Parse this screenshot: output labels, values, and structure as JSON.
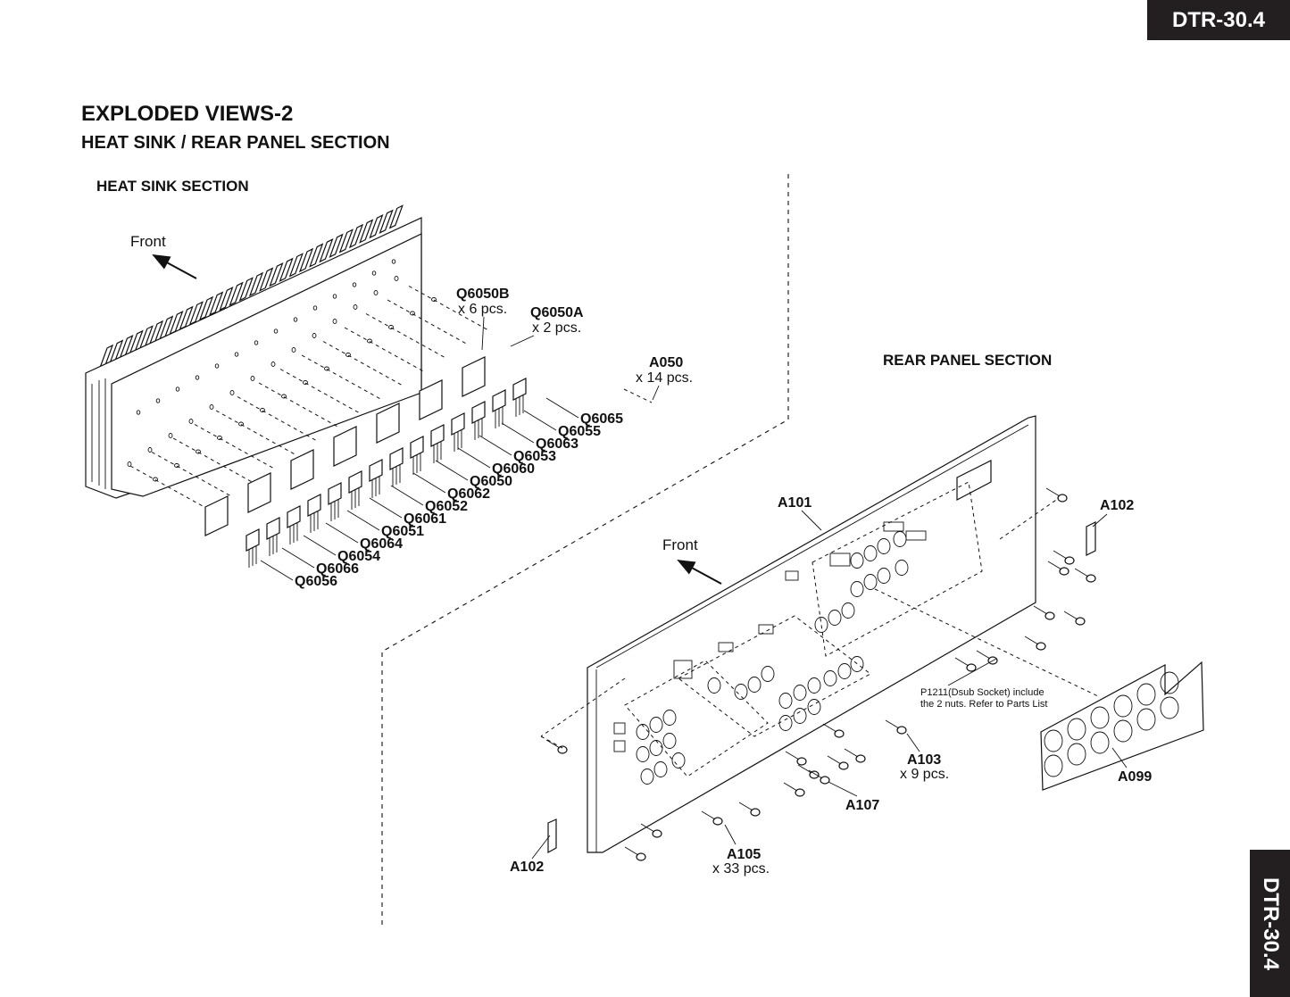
{
  "header": {
    "model": "DTR-30.4",
    "side_model": "DTR-30.4"
  },
  "page": {
    "title": "EXPLODED VIEWS-2",
    "subtitle": "HEAT SINK / REAR PANEL SECTION"
  },
  "heat_sink": {
    "section_label": "HEAT SINK SECTION",
    "front_label": "Front",
    "q6050b": {
      "ref": "Q6050B",
      "qty": "x 6 pcs."
    },
    "q6050a": {
      "ref": "Q6050A",
      "qty": "x 2 pcs."
    },
    "a050": {
      "ref": "A050",
      "qty": "x 14 pcs."
    },
    "transistors": [
      "Q6065",
      "Q6055",
      "Q6063",
      "Q6053",
      "Q6060",
      "Q6050",
      "Q6062",
      "Q6052",
      "Q6061",
      "Q6051",
      "Q6064",
      "Q6054",
      "Q6066",
      "Q6056"
    ]
  },
  "rear_panel": {
    "section_label": "REAR PANEL SECTION",
    "front_label": "Front",
    "a101": "A101",
    "a102_right": "A102",
    "a102_left": "A102",
    "note_line1": "P1211(Dsub Socket) include",
    "note_line2": "the 2 nuts. Refer to Parts List",
    "a103": {
      "ref": "A103",
      "qty": "x 9 pcs."
    },
    "a099": "A099",
    "a107": "A107",
    "a105": {
      "ref": "A105",
      "qty": "x 33 pcs."
    }
  }
}
